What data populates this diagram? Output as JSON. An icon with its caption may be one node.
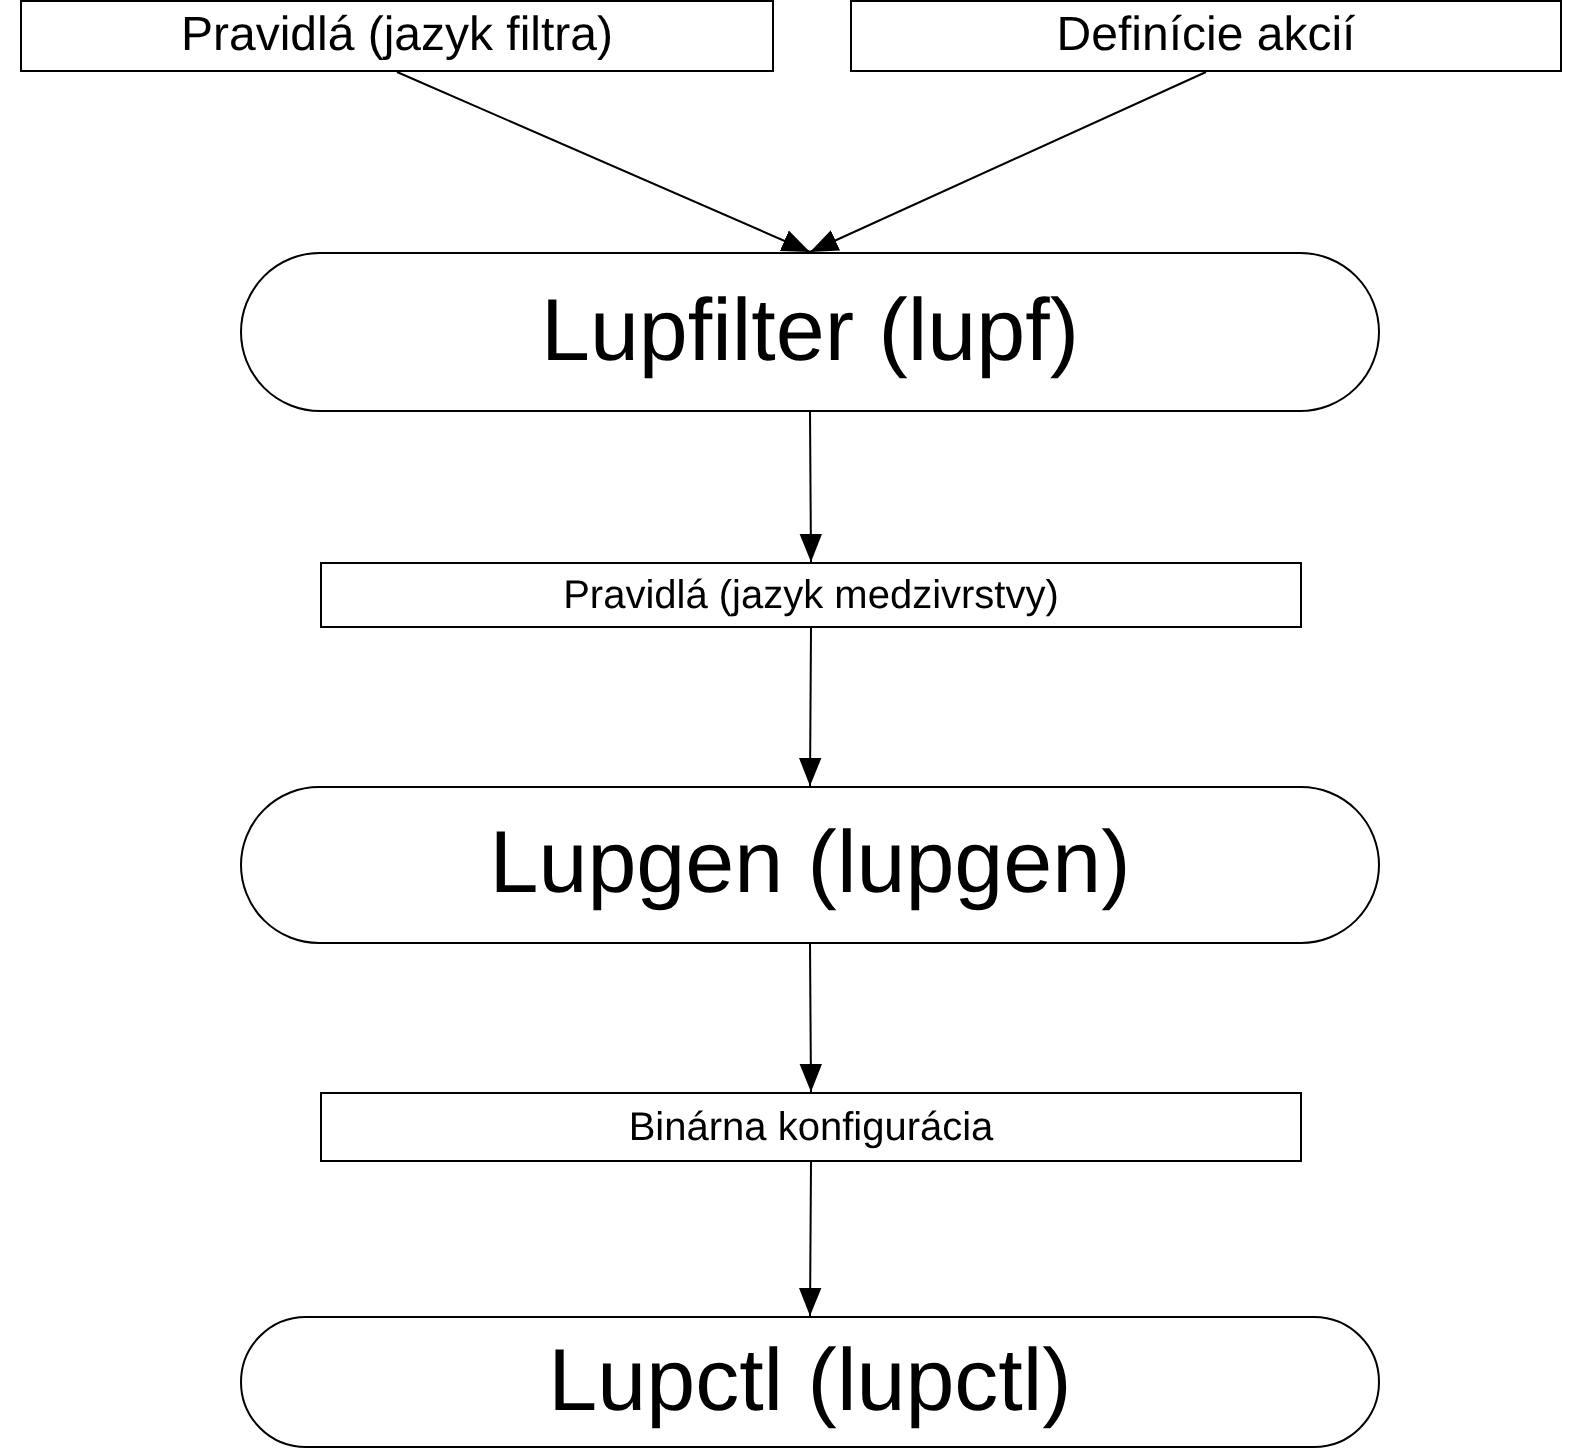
{
  "diagram": {
    "nodes": [
      {
        "text": [
          "Pravidlá (jazyk filtra)"
        ]
      },
      {
        "text": [
          "Definície akcií"
        ]
      },
      {
        "text": [
          "Lupfilter (lupf)"
        ]
      },
      {
        "text": [
          "Pravidlá (jazyk medzivrstvy)"
        ]
      },
      {
        "text": [
          "Lupgen (lupgen)"
        ]
      },
      {
        "text": [
          "Binárna konfigurácia"
        ]
      },
      {
        "text": [
          "Lupctl (lupctl)"
        ]
      }
    ],
    "edges": [
      {
        "from": 0,
        "to": 2,
        "arrow": "to"
      },
      {
        "from": 1,
        "to": 2,
        "arrow": "to"
      },
      {
        "from": 2,
        "to": 3,
        "arrow": "to"
      },
      {
        "from": 3,
        "to": 4,
        "arrow": "to"
      },
      {
        "from": 4,
        "to": 5,
        "arrow": "to"
      },
      {
        "from": 5,
        "to": 6,
        "arrow": "to"
      }
    ]
  }
}
